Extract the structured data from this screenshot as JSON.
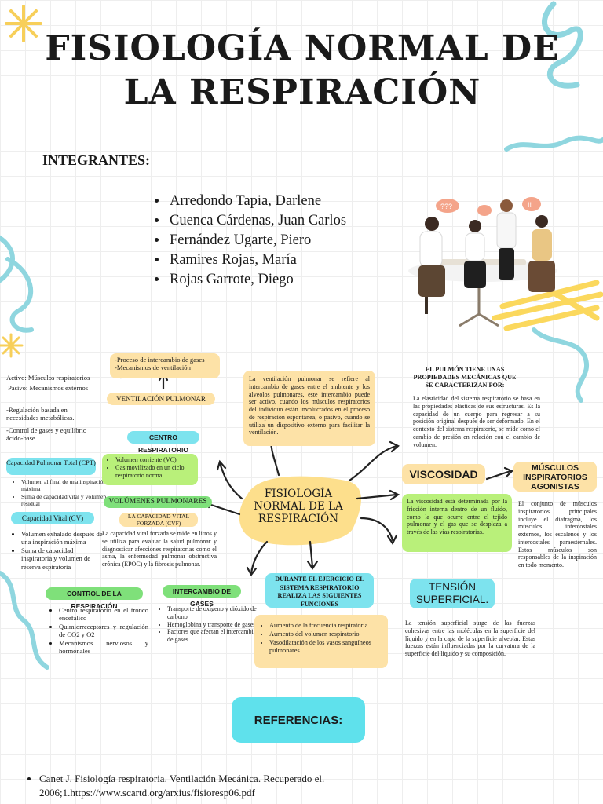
{
  "title": "FISIOLOGÍA NORMAL DE LA RESPIRACIÓN",
  "integrantes": {
    "label": "INTEGRANTES:",
    "members": [
      "Arredondo Tapia, Darlene",
      "Cuenca Cárdenas, Juan Carlos",
      "Fernández Ugarte, Piero",
      "Ramires Rojas, María",
      "Rojas Garrote, Diego"
    ]
  },
  "map": {
    "center": "FISIOLOGÍA NORMAL DE LA RESPIRACIÓN",
    "gas_exchange_top": [
      "-Proceso de intercambio de gases",
      "-Mecanismos de ventilación"
    ],
    "ventilacion_label": "VENTILACIÓN PULMONAR",
    "activo": "Activo: Músculos respiratorios",
    "pasivo": "Pasivo: Mecanismos externos",
    "regulacion": "-Regulación basada en necesidades metabólicas.",
    "control_gases": "-Control de gases y equilibrio ácido-base.",
    "centro_label": "CENTRO RESPIRATORIO",
    "cpt_label": "Capacidad Pulmonar Total (CPT)",
    "cpt_items": [
      "Volumen al final de una inspiración máxima",
      "Suma de capacidad vital y volumen residual"
    ],
    "volumes_items": [
      "Volumen corriente (VC)",
      "Gas movilizado en un ciclo respiratorio normal."
    ],
    "volumenes_label": "VOLÚMENES PULMONARES",
    "cv_label": "Capacidad Vital (CV)",
    "cv_items": [
      "Volumen exhalado después de una inspiración máxima",
      "Suma de capacidad inspiratoria y volumen de reserva espiratoria"
    ],
    "cvf_label": "LA CAPACIDAD VITAL FORZADA (CVF)",
    "cvf_text": "La capacidad vital forzada se mide en litros y se utiliza para evaluar la salud pulmonar y diagnosticar afecciones respiratorias como el asma, la enfermedad pulmonar obstructiva crónica (EPOC) y la fibrosis pulmonar.",
    "control_label": "CONTROL DE LA RESPIRACIÓN",
    "control_items": [
      "Centro respiratorio en el tronco encefálico",
      "Quimiorreceptores y regulación de CO2 y O2",
      "Mecanismos nerviosos y hormonales"
    ],
    "intercambio_label": "INTERCAMBIO DE GASES",
    "intercambio_items": [
      "Transporte de oxígeno y dióxido de carbono",
      "Hemoglobina y transporte de gases",
      "Factores que afectan el intercambio de gases"
    ],
    "ventilacion_text": "La ventilación pulmonar se refiere al intercambio de gases entre el ambiente y los alveolos pulmonares, este intercambio puede ser activo, cuando los músculos respiratorios del individuo están involucrados en el proceso de respiración espontánea, o pasivo, cuando se utiliza un dispositivo externo para facilitar la ventilación.",
    "ejercicio_label": "DURANTE EL EJERCICIO EL SISTEMA RESPIRATORIO REALIZA LAS SIGUIENTES FUNCIONES",
    "ejercicio_items": [
      "Aumento de la frecuencia respiratoria",
      "Aumento del volumen respiratorio",
      "Vasodilatación de los vasos sanguíneos pulmonares"
    ],
    "pulmon_heading": "EL PULMÓN TIENE UNAS PROPIEDADES MECÁNICAS QUE SE CARACTERIZAN POR:",
    "elasticidad_text": "La elasticidad del sistema respiratorio se basa en las propiedades elásticas de sus estructuras. Es la capacidad de un cuerpo para regresar a su posición original después de ser deformado. En el contexto del sistema respiratorio, se mide como el cambio de presión en relación con el cambio de volumen.",
    "viscosidad_label": "VISCOSIDAD",
    "viscosidad_text": "La viscosidad está determinada por la fricción interna dentro de un fluido, como la que ocurre entre el tejido pulmonar y el gas que se desplaza a través de las vías respiratorias.",
    "musculos_label": "MÚSCULOS INSPIRATORIOS AGONISTAS",
    "musculos_text": "El conjunto de músculos inspiratorios principales incluye el diafragma, los músculos intercostales externos, los escalenos y los intercostales paraesternales. Estos músculos son responsables de la inspiración en todo momento.",
    "tension_label": "TENSIÓN SUPERFICIAL.",
    "tension_text": "La tensión superficial surge de las fuerzas cohesivas entre las moléculas en la superficie del líquido y en la capa de la superficie alveolar. Estas fuerzas están influenciadas por la curvatura de la superficie del líquido y su composición."
  },
  "referencias": {
    "label": "REFERENCIAS:",
    "items": [
      "Canet J. Fisiología respiratoria. Ventilación Mecánica. Recuperado el. 2006;1.https://www.scartd.org/arxius/fisioresp06.pdf"
    ]
  },
  "colors": {
    "peach": "#fde2a7",
    "green": "#b9f07a",
    "cyan": "#5fe1ec",
    "blueDecor": "#8fd6df",
    "yellowDecor": "#fbd85d"
  }
}
